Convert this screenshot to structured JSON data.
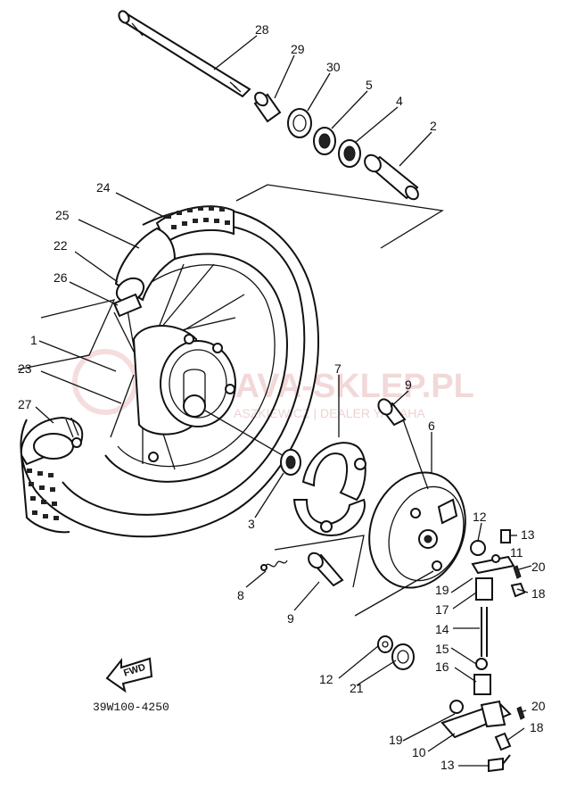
{
  "diagram": {
    "code": "39W100-4250",
    "fwd_label": "FWD",
    "watermark": {
      "brand": "MAVA-SKLEP.PL",
      "tagline": "ASZKIEWICZ | DEALER YAMAHA"
    },
    "parts": [
      {
        "id": "28",
        "label": "28"
      },
      {
        "id": "29",
        "label": "29"
      },
      {
        "id": "30",
        "label": "30"
      },
      {
        "id": "5",
        "label": "5"
      },
      {
        "id": "4",
        "label": "4"
      },
      {
        "id": "2",
        "label": "2"
      },
      {
        "id": "24",
        "label": "24"
      },
      {
        "id": "25",
        "label": "25"
      },
      {
        "id": "22",
        "label": "22"
      },
      {
        "id": "26",
        "label": "26"
      },
      {
        "id": "1",
        "label": "1"
      },
      {
        "id": "23",
        "label": "23"
      },
      {
        "id": "27",
        "label": "27"
      },
      {
        "id": "7",
        "label": "7"
      },
      {
        "id": "9a",
        "label": "9"
      },
      {
        "id": "6",
        "label": "6"
      },
      {
        "id": "3",
        "label": "3"
      },
      {
        "id": "12a",
        "label": "12"
      },
      {
        "id": "13a",
        "label": "13"
      },
      {
        "id": "11",
        "label": "11"
      },
      {
        "id": "20a",
        "label": "20"
      },
      {
        "id": "8",
        "label": "8"
      },
      {
        "id": "9b",
        "label": "9"
      },
      {
        "id": "19a",
        "label": "19"
      },
      {
        "id": "18a",
        "label": "18"
      },
      {
        "id": "17",
        "label": "17"
      },
      {
        "id": "14",
        "label": "14"
      },
      {
        "id": "15",
        "label": "15"
      },
      {
        "id": "12b",
        "label": "12"
      },
      {
        "id": "16",
        "label": "16"
      },
      {
        "id": "21",
        "label": "21"
      },
      {
        "id": "20b",
        "label": "20"
      },
      {
        "id": "18b",
        "label": "18"
      },
      {
        "id": "19b",
        "label": "19"
      },
      {
        "id": "10",
        "label": "10"
      },
      {
        "id": "13b",
        "label": "13"
      }
    ]
  }
}
